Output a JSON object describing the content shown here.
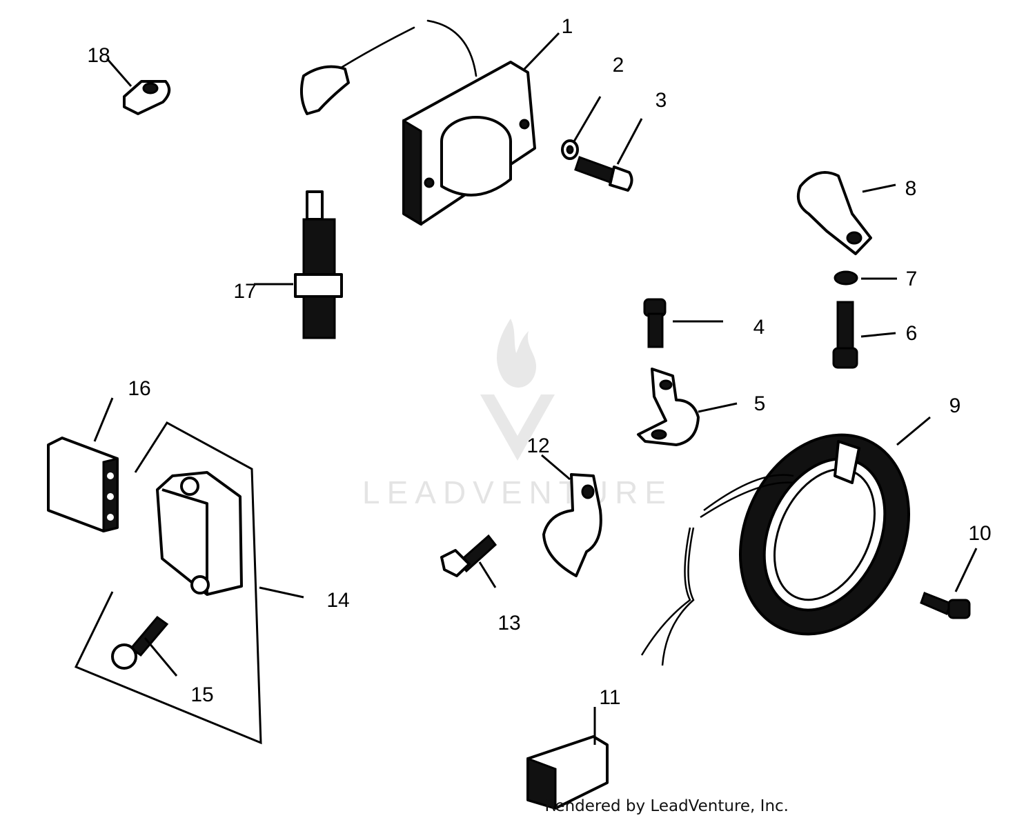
{
  "callouts": {
    "c1": "1",
    "c2": "2",
    "c3": "3",
    "c4": "4",
    "c5": "5",
    "c6": "6",
    "c7": "7",
    "c8": "8",
    "c9": "9",
    "c10": "10",
    "c11": "11",
    "c12": "12",
    "c13": "13",
    "c14": "14",
    "c15": "15",
    "c16": "16",
    "c17": "17",
    "c18": "18"
  },
  "watermark": {
    "text": "LEADVENTURE"
  },
  "credit": {
    "text": "Rendered by LeadVenture, Inc."
  }
}
